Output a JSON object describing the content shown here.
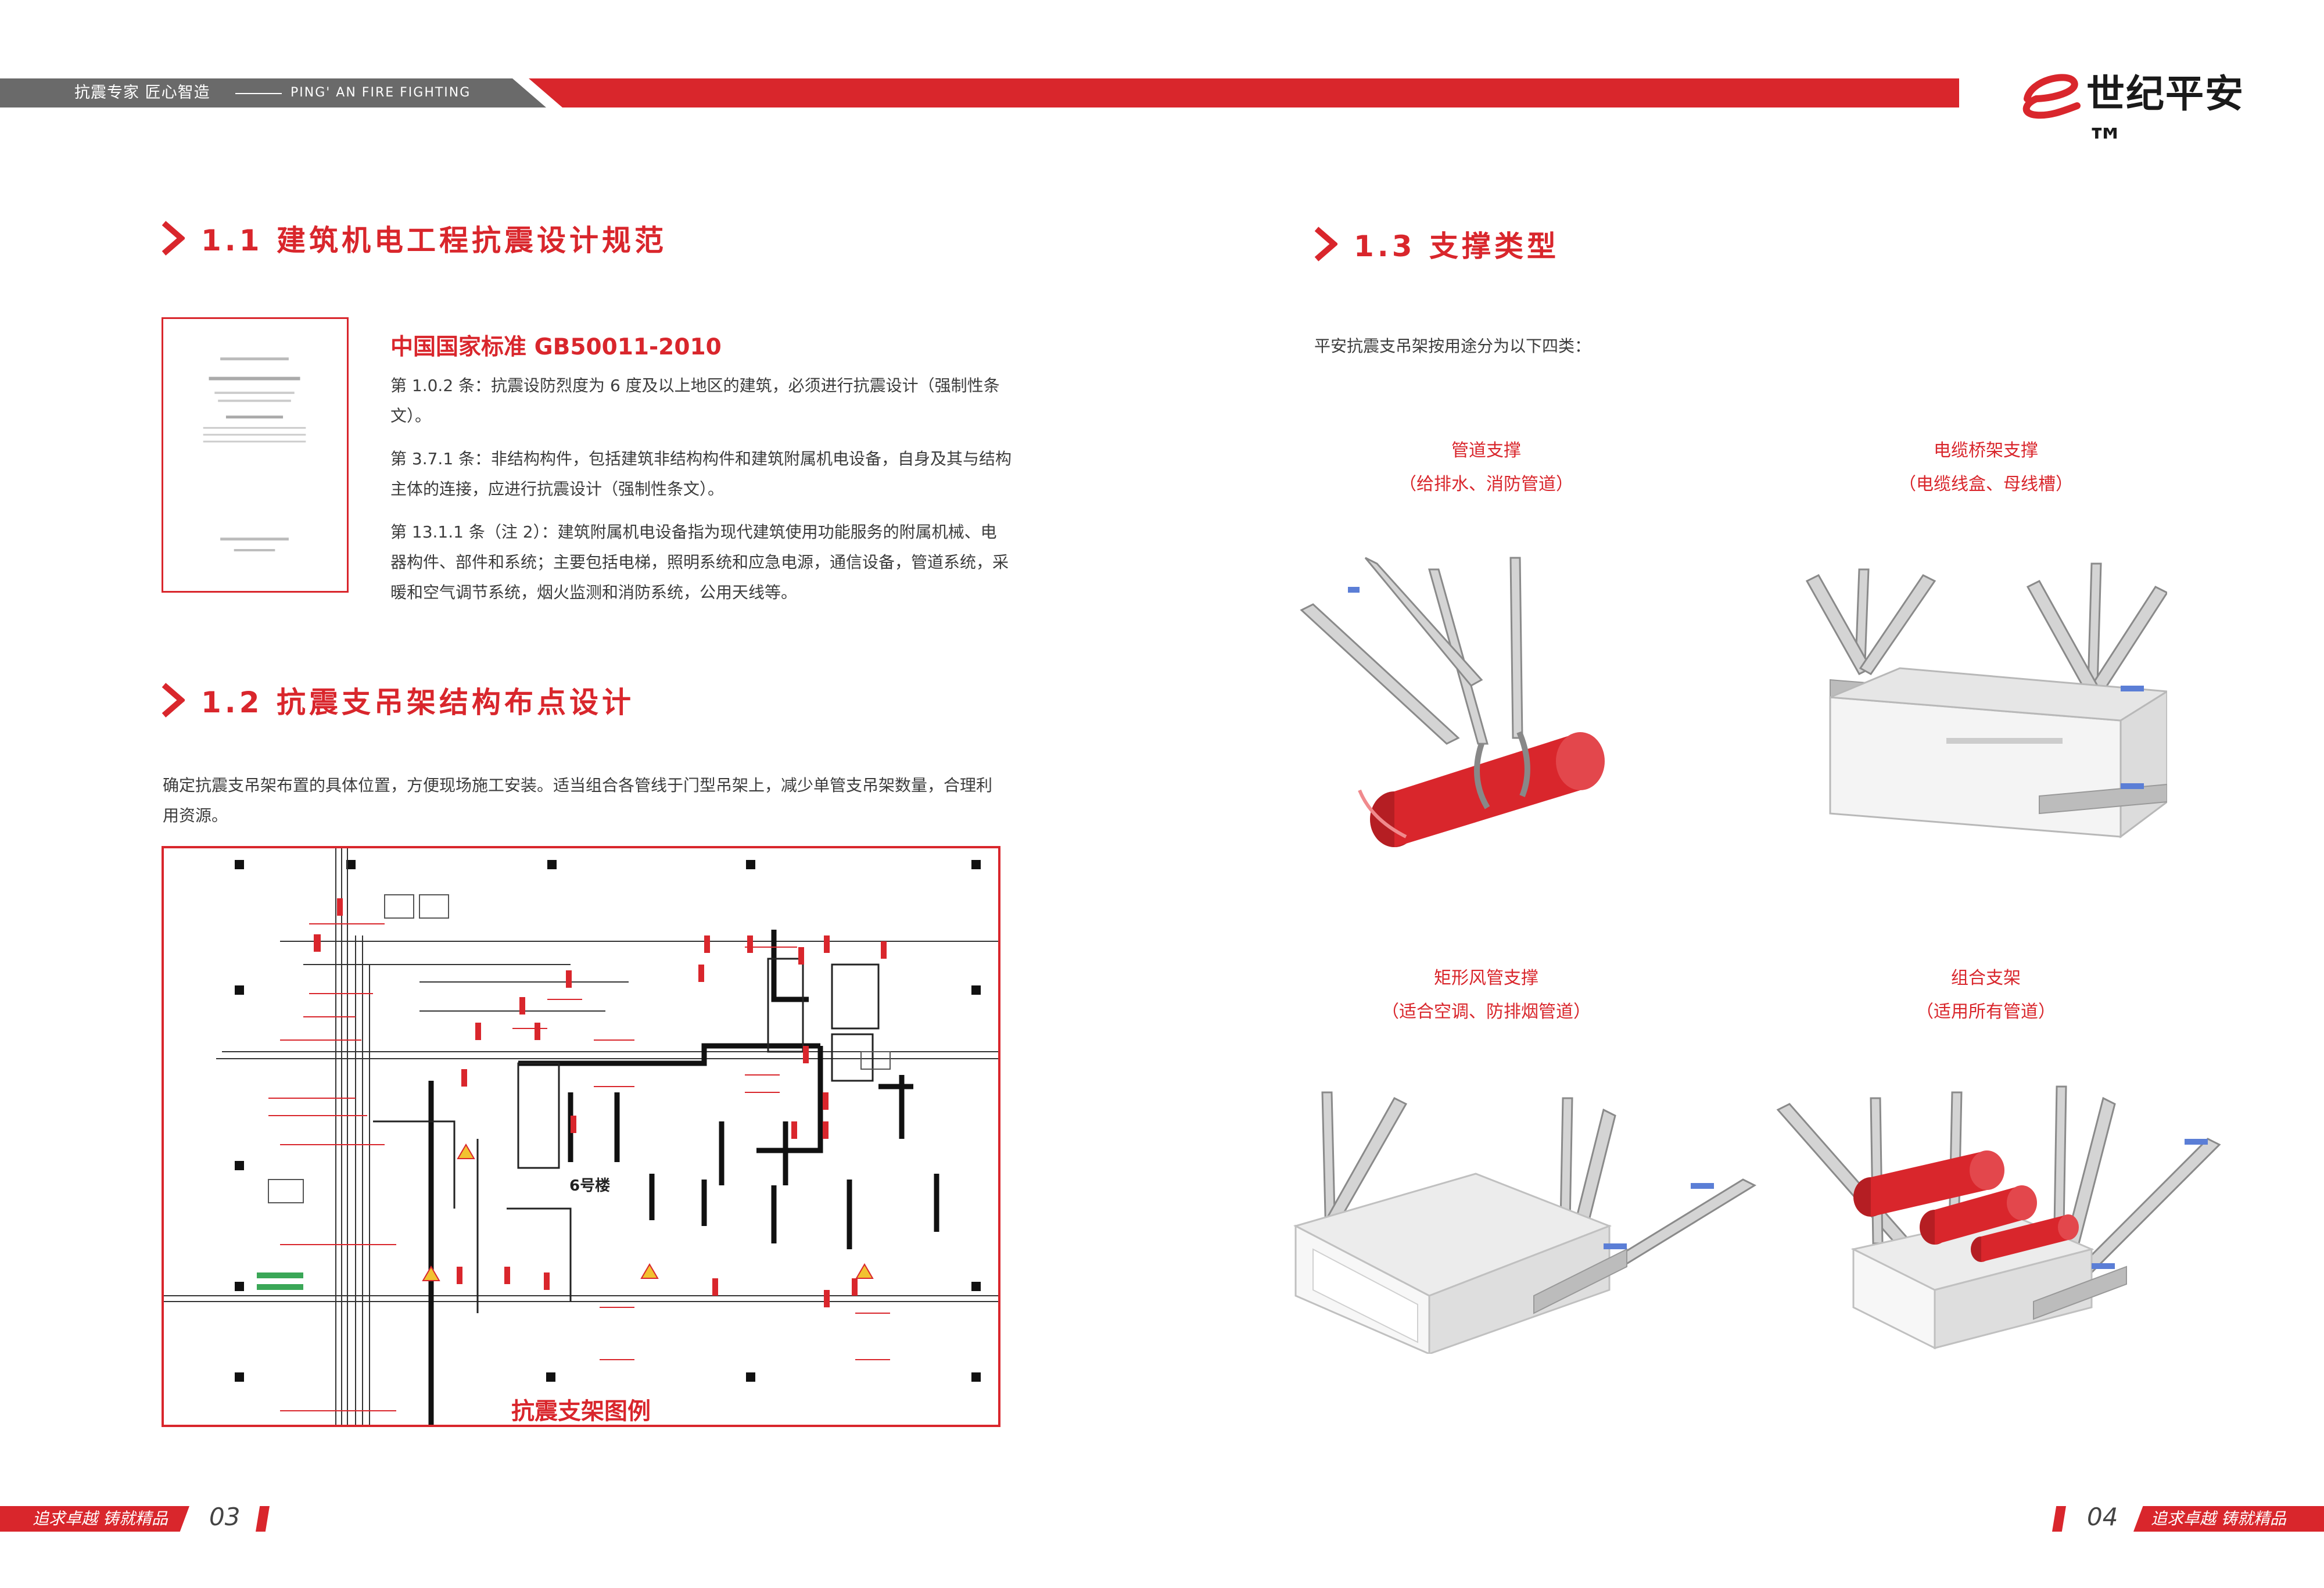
{
  "header": {
    "slogan": "抗震专家  匠心智造",
    "english": "PING' AN FIRE FIGHTING",
    "brand": "世纪平安™"
  },
  "section_1_1": {
    "title": "1.1 建筑机电工程抗震设计规范",
    "standard_title": "中国国家标准 GB50011-2010",
    "paragraphs": [
      "第 1.0.2 条：抗震设防烈度为 6 度及以上地区的建筑，必须进行抗震设计（强制性条文）。",
      "第 3.7.1 条：非结构构件，包括建筑非结构构件和建筑附属机电设备，自身及其与结构主体的连接，应进行抗震设计（强制性条文）。",
      "第 13.1.1 条（注 2）：建筑附属机电设备指为现代建筑使用功能服务的附属机械、电器构件、部件和系统；主要包括电梯，照明系统和应急电源，通信设备，管道系统，采暖和空气调节系统，烟火监测和消防系统，公用天线等。"
    ]
  },
  "section_1_2": {
    "title": "1.2 抗震支吊架结构布点设计",
    "paragraph": "确定抗震支吊架布置的具体位置，方便现场施工安装。适当组合各管线于门型吊架上，减少单管支吊架数量，合理利用资源。",
    "drawing_caption": "抗震支架图例",
    "building_label": "6号楼"
  },
  "section_1_3": {
    "title": "1.3 支撑类型",
    "intro": "平安抗震支吊架按用途分为以下四类：",
    "categories": [
      {
        "name": "管道支撑",
        "sub": "（给排水、消防管道）"
      },
      {
        "name": "电缆桥架支撑",
        "sub": "（电缆线盒、母线槽）"
      },
      {
        "name": "矩形风管支撑",
        "sub": "（适合空调、防排烟管道）"
      },
      {
        "name": "组合支架",
        "sub": "（适用所有管道）"
      }
    ]
  },
  "footer": {
    "left_slogan": "追求卓越 铸就精品",
    "left_page": "03",
    "right_page": "04",
    "right_slogan": "追求卓越 铸就精品"
  },
  "colors": {
    "accent": "#d9262c",
    "header_grey": "#6a6a6a"
  }
}
